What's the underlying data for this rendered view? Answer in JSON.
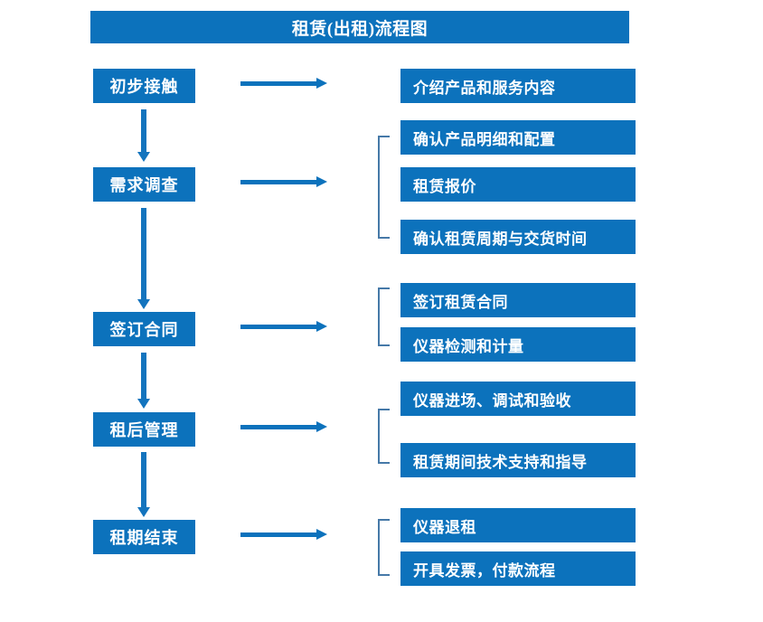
{
  "chart_data": {
    "type": "diagram",
    "title": "租赁(出租)流程图",
    "diagram_kind": "flowchart",
    "orientation": "vertical-stages-with-detail-branches",
    "stages": [
      {
        "id": "stage-1",
        "label": "初步接触",
        "details": [
          "介绍产品和服务内容"
        ],
        "bracket": false
      },
      {
        "id": "stage-2",
        "label": "需求调查",
        "details": [
          "确认产品明细和配置",
          "租赁报价",
          "确认租赁周期与交货时间"
        ],
        "bracket": true
      },
      {
        "id": "stage-3",
        "label": "签订合同",
        "details": [
          "签订租赁合同",
          "仪器检测和计量"
        ],
        "bracket": true
      },
      {
        "id": "stage-4",
        "label": "租后管理",
        "details": [
          "仪器进场、调试和验收",
          "租赁期间技术支持和指导"
        ],
        "bracket": true
      },
      {
        "id": "stage-5",
        "label": "租期结束",
        "details": [
          "仪器退租",
          "开具发票，付款流程"
        ],
        "bracket": true
      }
    ],
    "colors": {
      "box_fill": "#0C72BC",
      "box_text": "#FFFFFF",
      "arrow": "#0C72BC",
      "bracket": "#4679A8",
      "background": "#FFFFFF"
    }
  },
  "header": {
    "title": "租赁(出租)流程图"
  },
  "stages": {
    "s1": {
      "label": "初步接触"
    },
    "s2": {
      "label": "需求调查"
    },
    "s3": {
      "label": "签订合同"
    },
    "s4": {
      "label": "租后管理"
    },
    "s5": {
      "label": "租期结束"
    }
  },
  "details": {
    "d1_1": {
      "label": "介绍产品和服务内容"
    },
    "d2_1": {
      "label": "确认产品明细和配置"
    },
    "d2_2": {
      "label": "租赁报价"
    },
    "d2_3": {
      "label": "确认租赁周期与交货时间"
    },
    "d3_1": {
      "label": "签订租赁合同"
    },
    "d3_2": {
      "label": "仪器检测和计量"
    },
    "d4_1": {
      "label": "仪器进场、调试和验收"
    },
    "d4_2": {
      "label": "租赁期间技术支持和指导"
    },
    "d5_1": {
      "label": "仪器退租"
    },
    "d5_2": {
      "label": "开具发票，付款流程"
    }
  }
}
